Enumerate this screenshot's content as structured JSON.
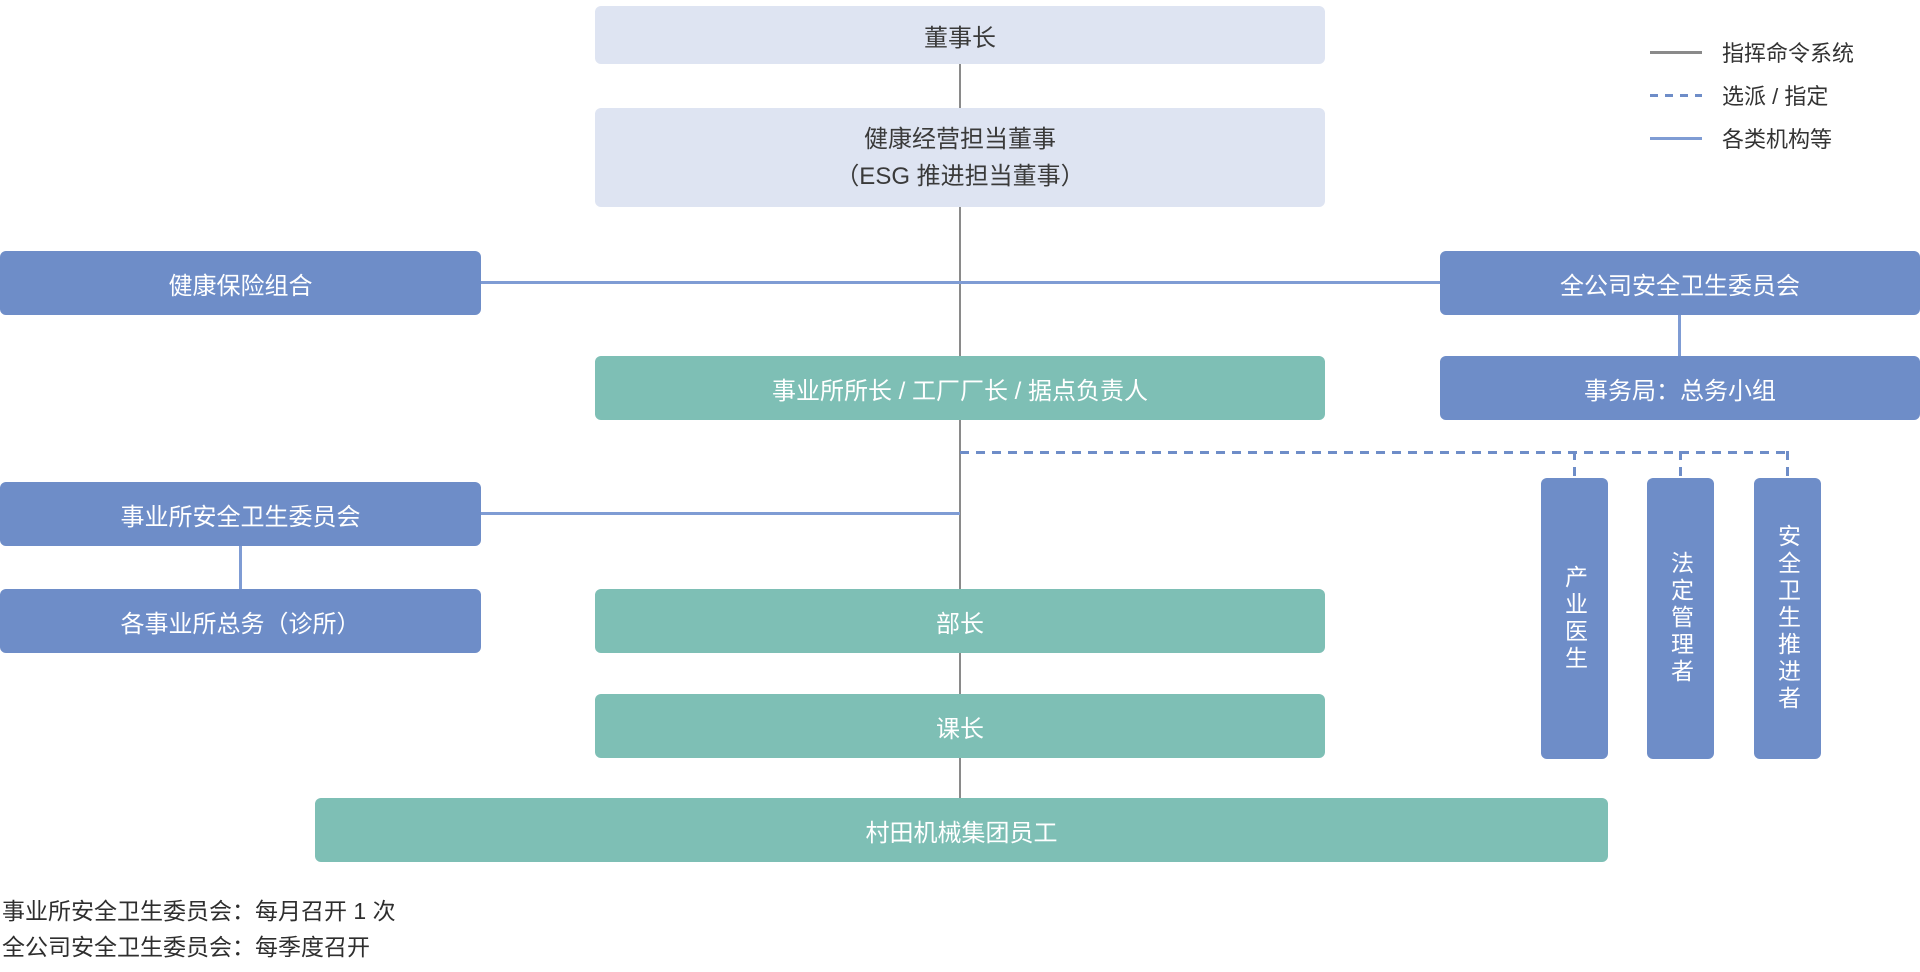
{
  "legend": {
    "command_system": "指挥命令系统",
    "appointment": "选派 / 指定",
    "organizations": "各类机构等"
  },
  "nodes": {
    "chairman": "董事长",
    "health_director_line1": "健康经营担当董事",
    "health_director_line2": "（ESG 推进担当董事）",
    "health_insurance": "健康保险组合",
    "company_safety_committee": "全公司安全卫生委员会",
    "secretariat": "事务局：总务小组",
    "site_head": "事业所所长 / 工厂厂长 / 据点负责人",
    "site_safety_committee": "事业所安全卫生委员会",
    "site_clinic": "各事业所总务（诊所）",
    "department_head": "部长",
    "section_head": "课长",
    "group_employees": "村田机械集团员工",
    "occupational_physician": "产业医生",
    "statutory_manager": "法定管理者",
    "safety_promoter": "安全卫生推进者"
  },
  "notes": [
    "事业所安全卫生委员会：每月召开 1 次",
    "全公司安全卫生委员会：每季度召开"
  ],
  "colors": {
    "lavender_box": "#dee4f2",
    "blue_box": "#6e8dc8",
    "teal_box": "#7ebfb5",
    "gray_line": "#8a8a8a",
    "blue_line": "#7f9cd4",
    "dashed_line": "#6e8dc8",
    "text_dark": "#3a3a3a",
    "text_light": "#ffffff"
  }
}
